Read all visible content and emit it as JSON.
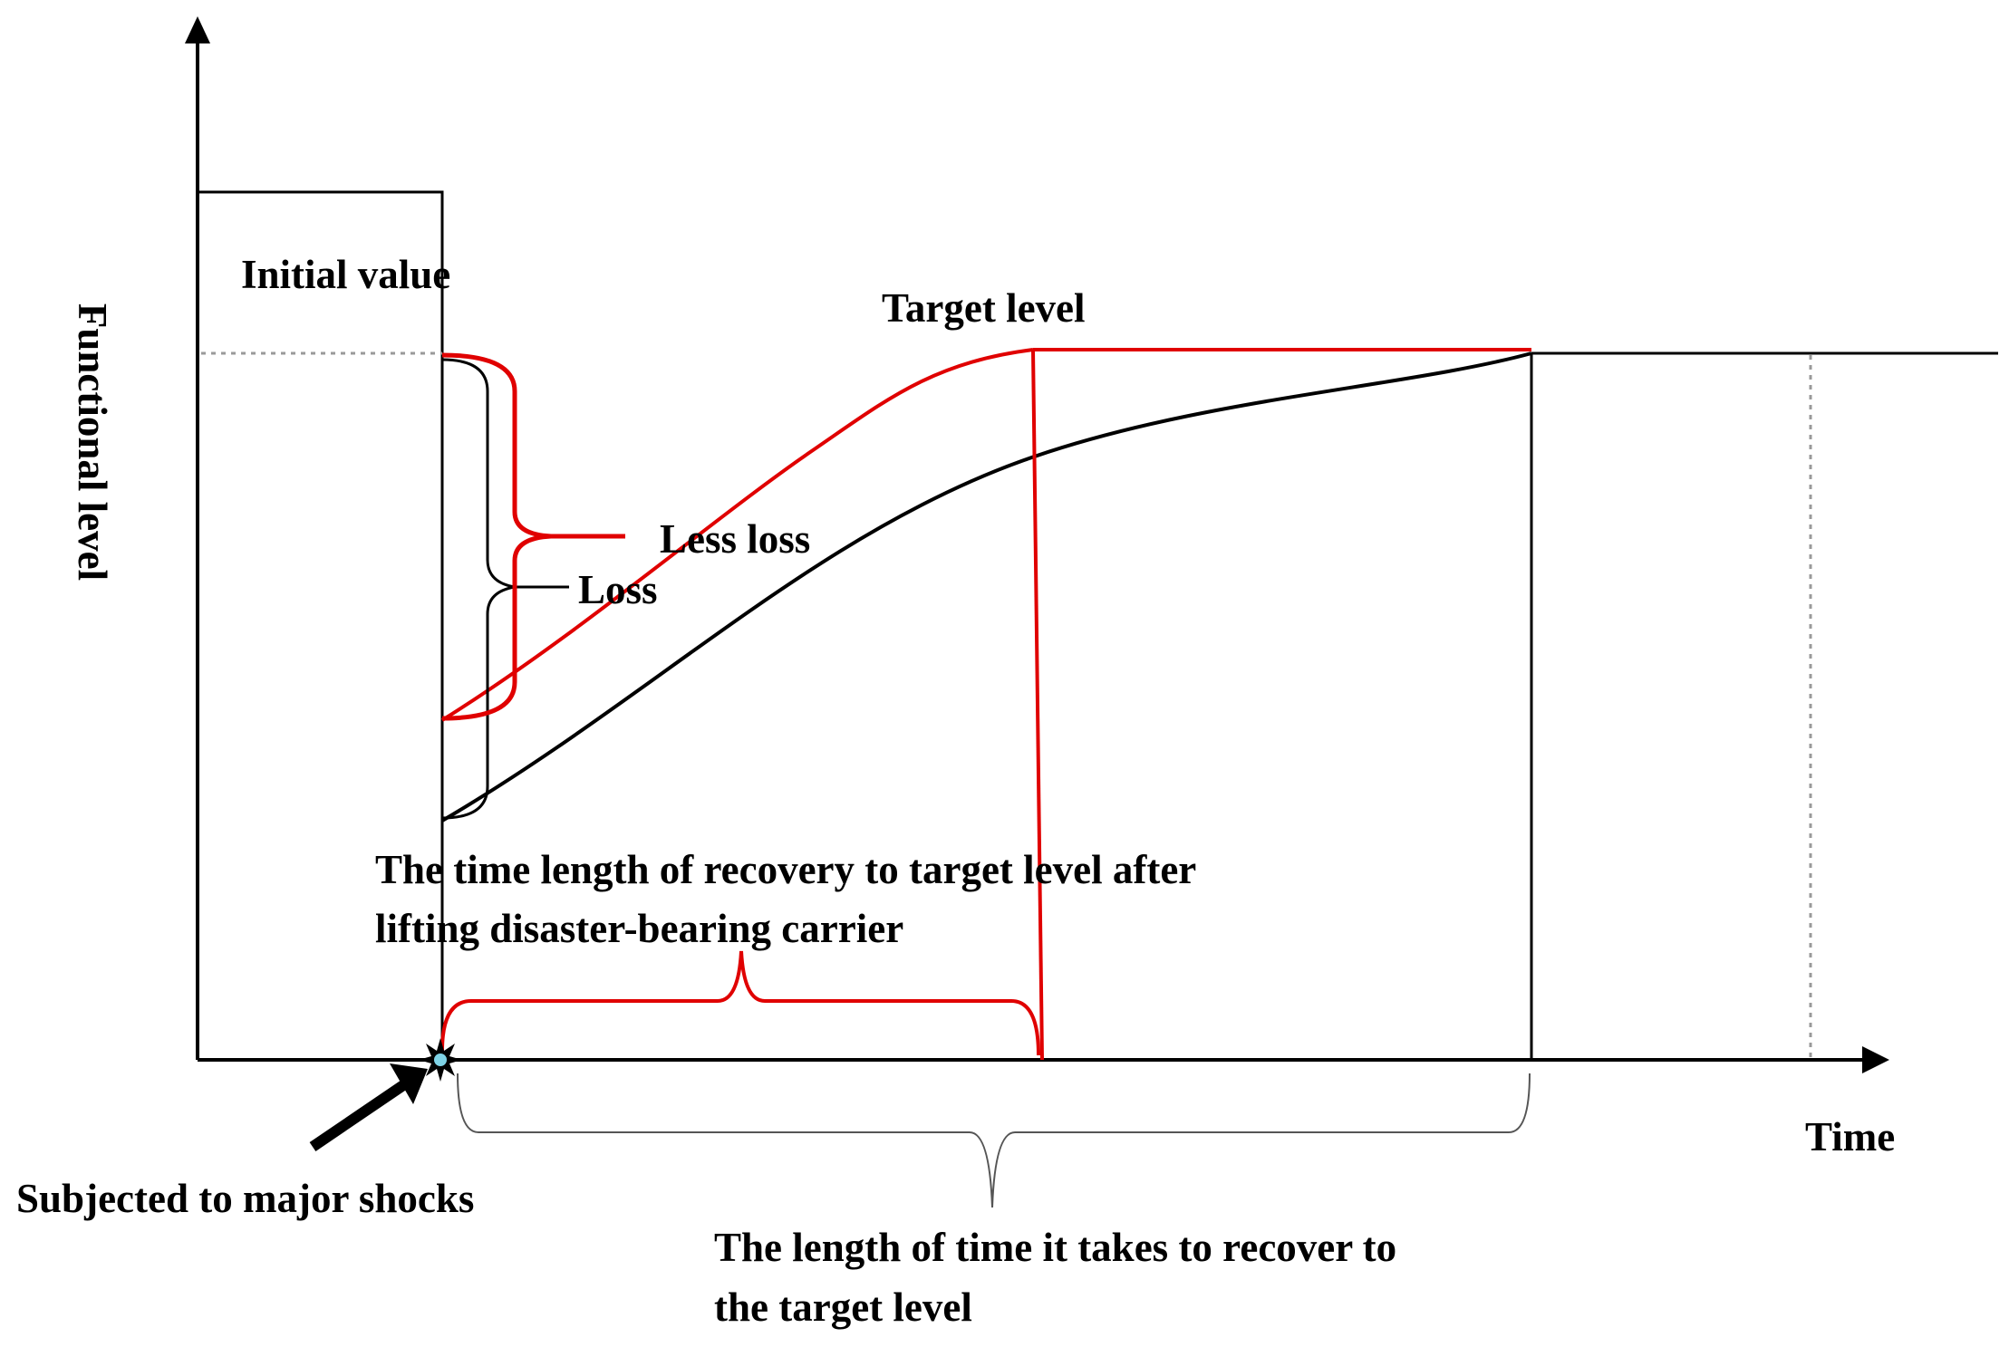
{
  "axes": {
    "y_label": "Functional level",
    "x_label": "Time"
  },
  "labels": {
    "initial_value": "Initial value",
    "target_level": "Target level",
    "less_loss": "Less loss",
    "loss": "Loss",
    "lifted_recovery_time_line1": "The time length of recovery to target level after",
    "lifted_recovery_time_line2": "lifting disaster-bearing carrier",
    "shock_event": "Subjected to major shocks",
    "recovery_time_line1": "The length of time it takes to recover to",
    "recovery_time_line2": "the target level"
  },
  "colors": {
    "baseline_curve": "#000000",
    "improved_curve": "#e00000",
    "guide_line": "#9a9a9a",
    "shock_marker": "#7fd3e6"
  }
}
